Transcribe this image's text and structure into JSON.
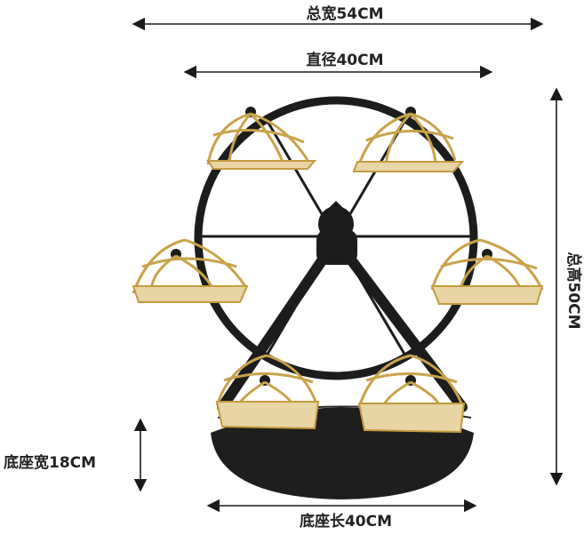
{
  "dimensions": {
    "total_width": "总宽54CM",
    "diameter": "直径40CM",
    "total_height": "总高50CM",
    "base_width": "底座宽18CM",
    "base_length": "底座长40CM"
  },
  "colors": {
    "frame": "#1c1c1c",
    "gold": "#c9a24a",
    "tray": "#e8d4a4",
    "label": "#222222"
  }
}
